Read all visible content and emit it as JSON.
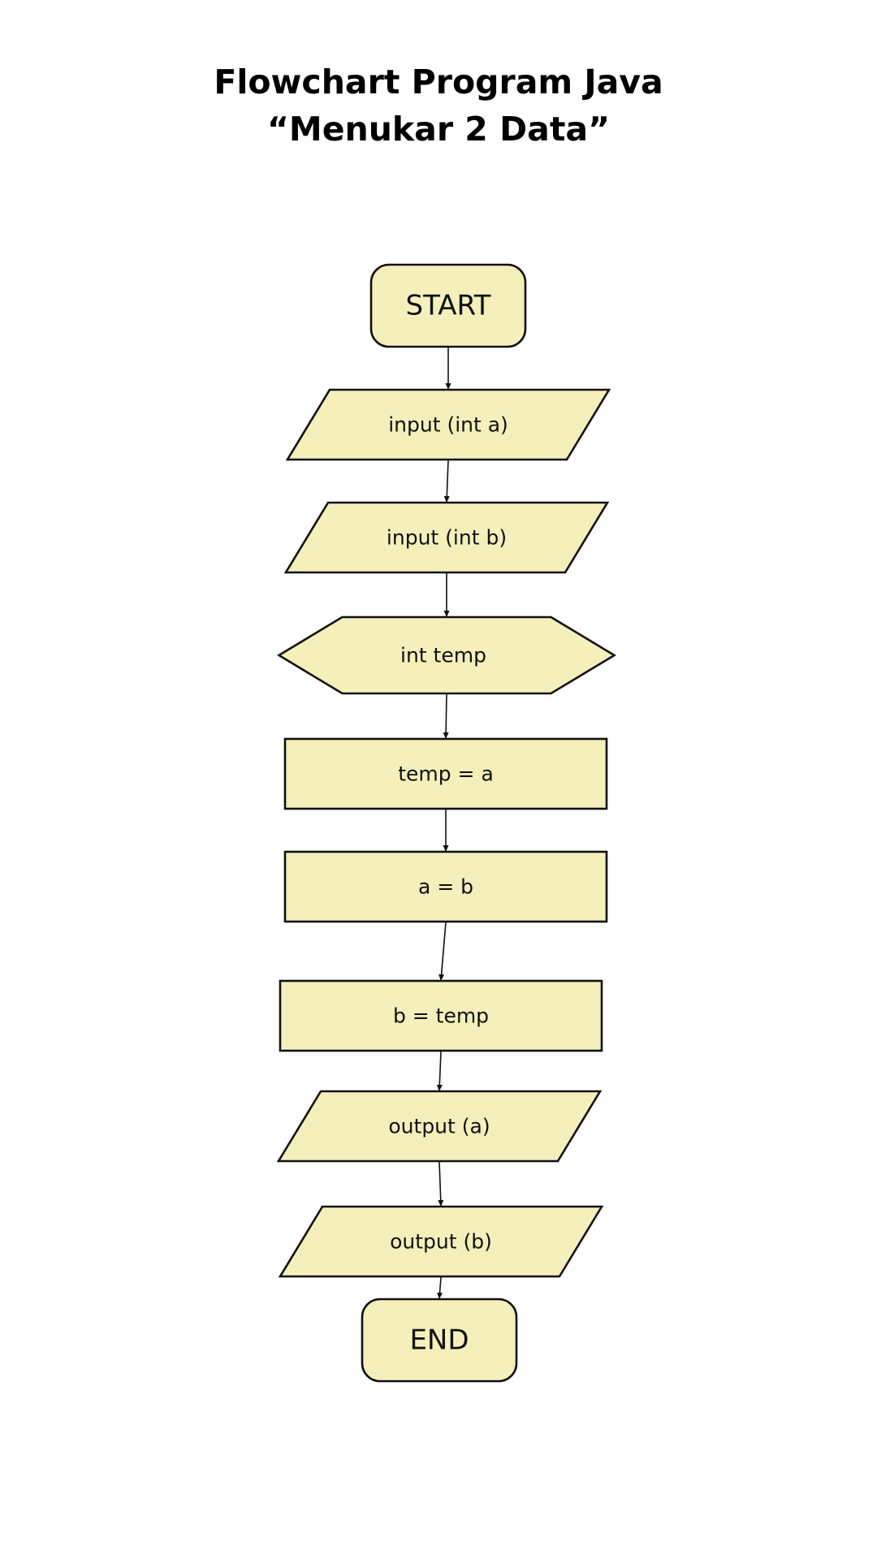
{
  "title": {
    "line1": "Flowchart Program Java",
    "line2": "“Menukar 2 Data”"
  },
  "colors": {
    "node_fill": "#f5f0bb",
    "node_stroke": "#111111",
    "text": "#111111"
  },
  "flowchart": {
    "nodes": [
      {
        "id": "start",
        "shape": "terminal",
        "label": "START"
      },
      {
        "id": "input-a",
        "shape": "parallelogram",
        "label": "input (int a)"
      },
      {
        "id": "input-b",
        "shape": "parallelogram",
        "label": "input (int b)"
      },
      {
        "id": "int-temp",
        "shape": "hexagon",
        "label": "int temp"
      },
      {
        "id": "temp-eq-a",
        "shape": "rectangle",
        "label": "temp = a"
      },
      {
        "id": "a-eq-b",
        "shape": "rectangle",
        "label": "a = b"
      },
      {
        "id": "b-eq-temp",
        "shape": "rectangle",
        "label": "b = temp"
      },
      {
        "id": "output-a",
        "shape": "parallelogram",
        "label": "output (a)"
      },
      {
        "id": "output-b",
        "shape": "parallelogram",
        "label": "output (b)"
      },
      {
        "id": "end",
        "shape": "terminal",
        "label": "END"
      }
    ],
    "edges": [
      [
        "start",
        "input-a"
      ],
      [
        "input-a",
        "input-b"
      ],
      [
        "input-b",
        "int-temp"
      ],
      [
        "int-temp",
        "temp-eq-a"
      ],
      [
        "temp-eq-a",
        "a-eq-b"
      ],
      [
        "a-eq-b",
        "b-eq-temp"
      ],
      [
        "b-eq-temp",
        "output-a"
      ],
      [
        "output-a",
        "output-b"
      ],
      [
        "output-b",
        "end"
      ]
    ]
  }
}
